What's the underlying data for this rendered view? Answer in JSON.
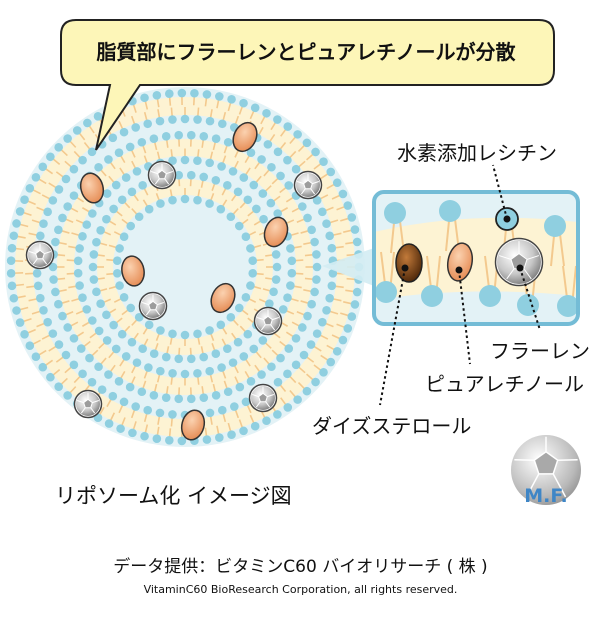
{
  "callout": {
    "text": "脂質部にフラーレンとピュアレチノールが分散"
  },
  "labels": {
    "hydrogenated_lecithin": "水素添加レシチン",
    "fullerene": "フラーレン",
    "pure_retinol": "ピュアレチノール",
    "soy_sterol": "ダイズステロール"
  },
  "caption": "リポソーム化 イメージ図",
  "logo": {
    "text": "M.F."
  },
  "credit": {
    "source": "データ提供：ビタミンC60 バイオリサーチ ( 株 )",
    "copyright": "VitaminC60 BioResearch Corporation, all rights reserved."
  },
  "colors": {
    "head": "#8fcfe0",
    "tail": "#f3c98e",
    "core": "#fdf3d3",
    "water": "#e3f2f6",
    "retinol": "#f0a070",
    "sterol": "#6b3d16",
    "callout_fill": "#fdf6b8"
  }
}
